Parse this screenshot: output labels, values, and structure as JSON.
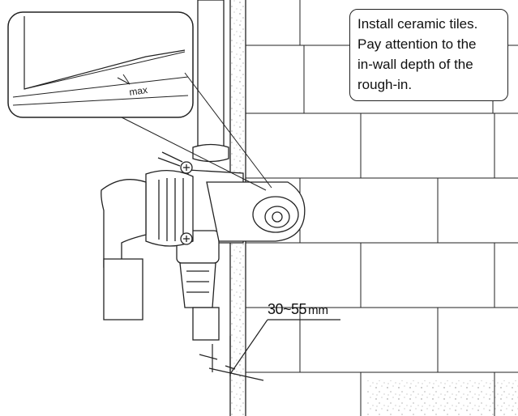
{
  "callout": {
    "lines": [
      "Install ceramic tiles.",
      "Pay attention to the",
      "in-wall depth of the",
      "rough-in."
    ]
  },
  "dimension": {
    "value": "30~55",
    "unit": "mm"
  },
  "inset": {
    "mark": "max"
  },
  "colors": {
    "line": "#222222",
    "wall_fill": "#ffffff",
    "tile_fill": "#ececec",
    "plaster_dots": "#888888"
  }
}
